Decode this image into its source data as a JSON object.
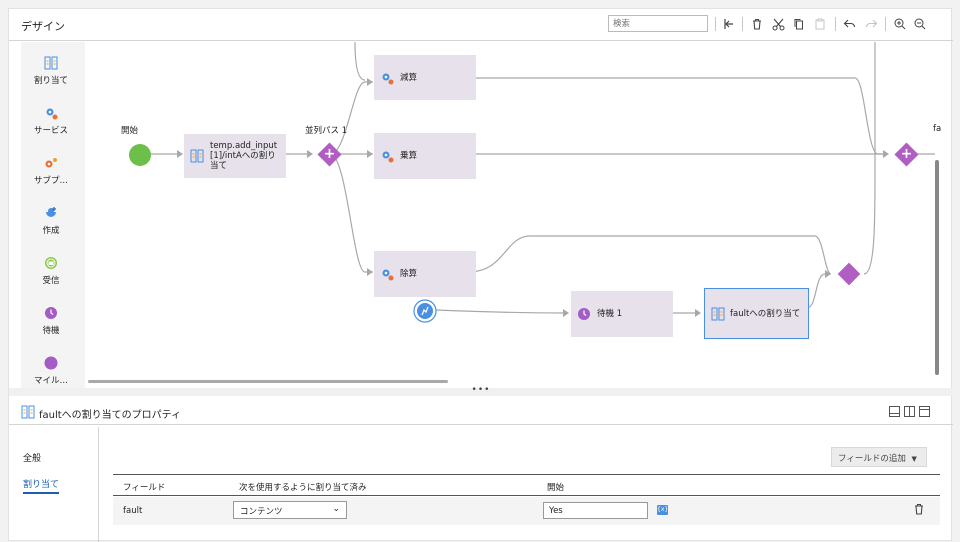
{
  "design": {
    "title": "デザイン",
    "search_placeholder": "検索"
  },
  "palette": {
    "items": [
      {
        "label": "割り当て",
        "icon": "assignment-icon"
      },
      {
        "label": "サービス",
        "icon": "service-gear-icon"
      },
      {
        "label": "サブプ…",
        "icon": "subprocess-icon"
      },
      {
        "label": "作成",
        "icon": "create-icon"
      },
      {
        "label": "受信",
        "icon": "receive-icon"
      },
      {
        "label": "待機",
        "icon": "clock-icon"
      },
      {
        "label": "マイル…",
        "icon": "milestone-icon"
      }
    ]
  },
  "canvas": {
    "start_label": "開始",
    "parallel_label": "並列パス 1",
    "assign_node_label": "temp.add_input[1]/intAへの割り当て",
    "sub_label": "減算",
    "mul_label": "乗算",
    "div_label": "除算",
    "wait_label": "待機 1",
    "fault_assign_label": "faultへの割り当て",
    "edge_label": "fa"
  },
  "properties": {
    "title": "faultへの割り当てのプロパティ",
    "tabs": [
      "全般",
      "割り当て"
    ],
    "active_tab": 1,
    "add_field_label": "フィールドの追加",
    "columns": [
      "フィールド",
      "次を使用するように割り当て済み",
      "開始"
    ],
    "rows": [
      {
        "field": "fault",
        "assign_using": "コンテンツ",
        "from": "Yes"
      }
    ]
  },
  "colors": {
    "accent": "#1a5fb4",
    "gateway": "#b15ec2",
    "start": "#6cc04a",
    "node_bg": "#e6e1ea"
  }
}
